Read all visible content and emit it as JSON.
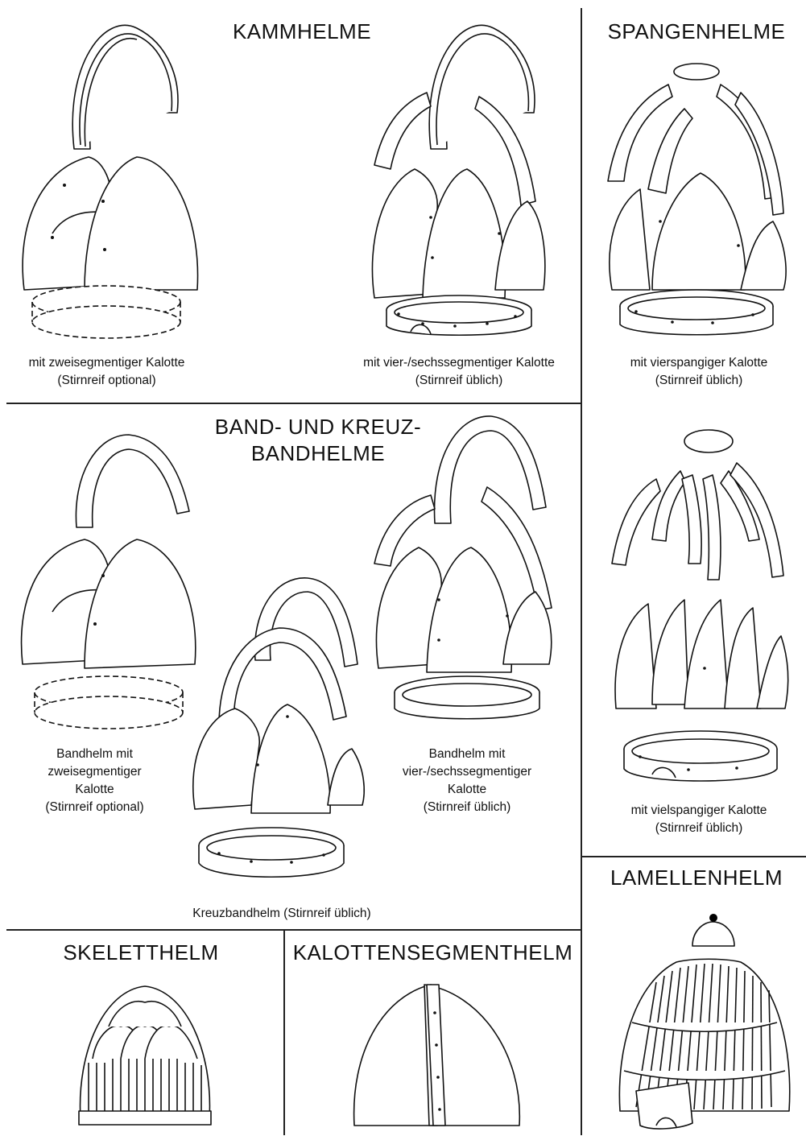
{
  "titles": {
    "kammhelme": "KAMMHELME",
    "spangenhelme": "SPANGENHELME",
    "band_line1": "BAND- UND KREUZ-",
    "band_line2": "BANDHELME",
    "lamellenhelm": "LAMELLENHELM",
    "skeletthelm": "SKELETTHELM",
    "kalottensegmenthelm": "KALOTTENSEGMENTHELM"
  },
  "captions": {
    "kamm_two": [
      "mit zweisegmentiger Kalotte",
      "(Stirnreif optional)"
    ],
    "kamm_four": [
      "mit vier-/sechssegmentiger Kalotte",
      "(Stirnreif üblich)"
    ],
    "spangen_four": [
      "mit vierspangiger Kalotte",
      "(Stirnreif üblich)"
    ],
    "spangen_many": [
      "mit vielspangiger Kalotte",
      "(Stirnreif üblich)"
    ],
    "band_two": [
      "Bandhelm mit",
      "zweisegmentiger",
      "Kalotte",
      "(Stirnreif optional)"
    ],
    "band_four": [
      "Bandhelm mit",
      "vier-/sechssegmentiger",
      "Kalotte",
      "(Stirnreif üblich)"
    ],
    "kreuz": [
      "Kreuzbandhelm (Stirnreif üblich)"
    ]
  }
}
